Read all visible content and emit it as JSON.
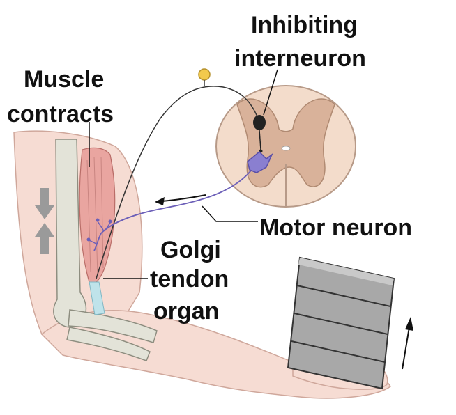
{
  "labels": {
    "inhibiting_line1": "Inhibiting",
    "inhibiting_line2": "interneuron",
    "muscle_line1": "Muscle",
    "muscle_line2": "contracts",
    "motor_neuron": "Motor neuron",
    "golgi_line1": "Golgi",
    "golgi_line2": "tendon",
    "golgi_line3": "organ"
  },
  "colors": {
    "skin": "#f6dcd3",
    "skin_outline": "#cfa79b",
    "muscle": "#e9a5a0",
    "bone": "#e3e3d8",
    "spinal_gray": "#d9b29a",
    "spinal_white": "#f3dccb",
    "motor_neuron": "#6c5fb8",
    "sensory_neuron": "#333333",
    "ganglion": "#f2c94c",
    "weight": "#a8a8a8",
    "tendon": "#bfe3ea"
  }
}
